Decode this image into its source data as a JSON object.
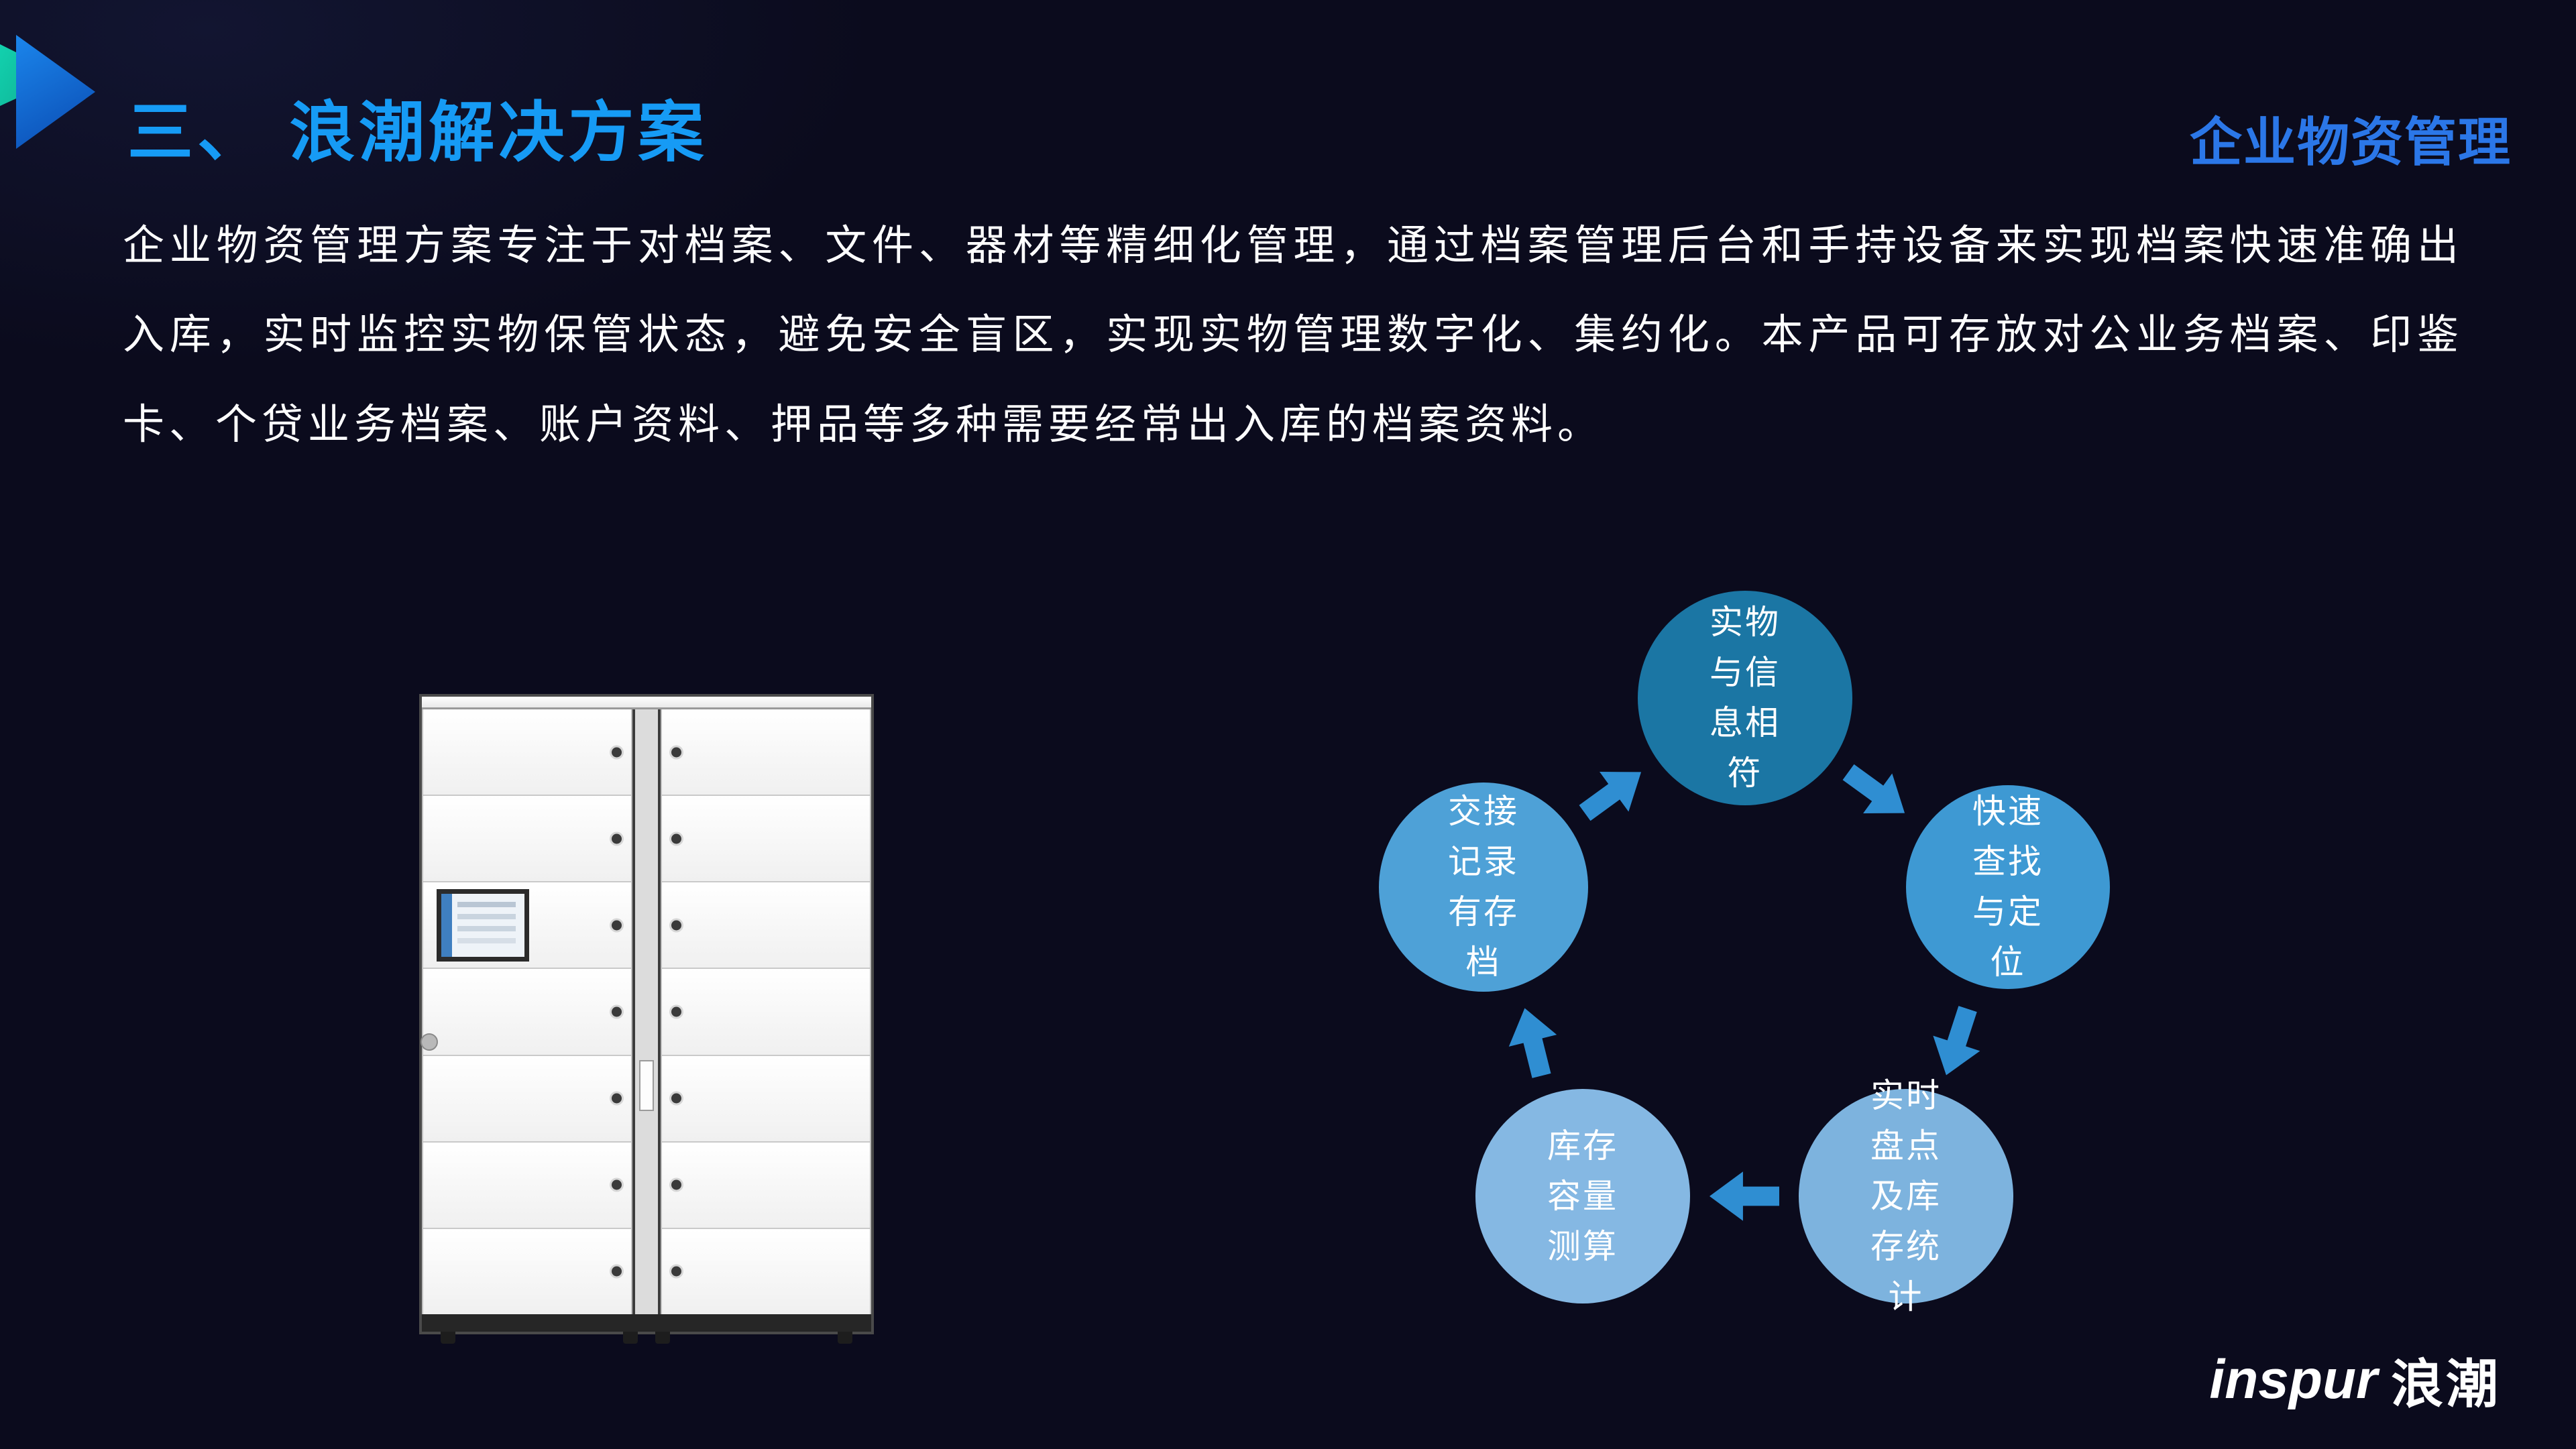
{
  "slide": {
    "title": "三、 浪潮解决方案",
    "corner_tag": "企业物资管理",
    "body": "企业物资管理方案专注于对档案、文件、器材等精细化管理，通过档案管理后台和手持设备来实现档案快速准确出入库，实时监控实物保管状态，避免安全盲区，实现实物管理数字化、集约化。本产品可存放对公业务档案、印鉴卡、个贷业务档案、账户资料、押品等多种需要经常出入库的档案资料。",
    "logo": {
      "latin": "inspur",
      "cjk": "浪潮"
    }
  },
  "cycle": {
    "items": [
      {
        "position": "top",
        "label": "实物与信息相符",
        "color": "#1b76a4"
      },
      {
        "position": "right",
        "label": "快速查找与定位",
        "color": "#3e99d3"
      },
      {
        "position": "bottom-right",
        "label": "实时盘点及库存统计",
        "color": "#7db3de"
      },
      {
        "position": "bottom-left",
        "label": "库存容量测算",
        "color": "#85b8e3"
      },
      {
        "position": "left",
        "label": "交接记录有存档",
        "color": "#4ea1d7"
      }
    ],
    "arrow_color": "#2f8ed2"
  },
  "colors": {
    "background": "#0b0b1d",
    "title": "#169bf5",
    "corner_tag": "#2b77e8",
    "body_text": "#ffffff",
    "decor_blue": "#1473e6",
    "decor_teal": "#12d1ae"
  }
}
